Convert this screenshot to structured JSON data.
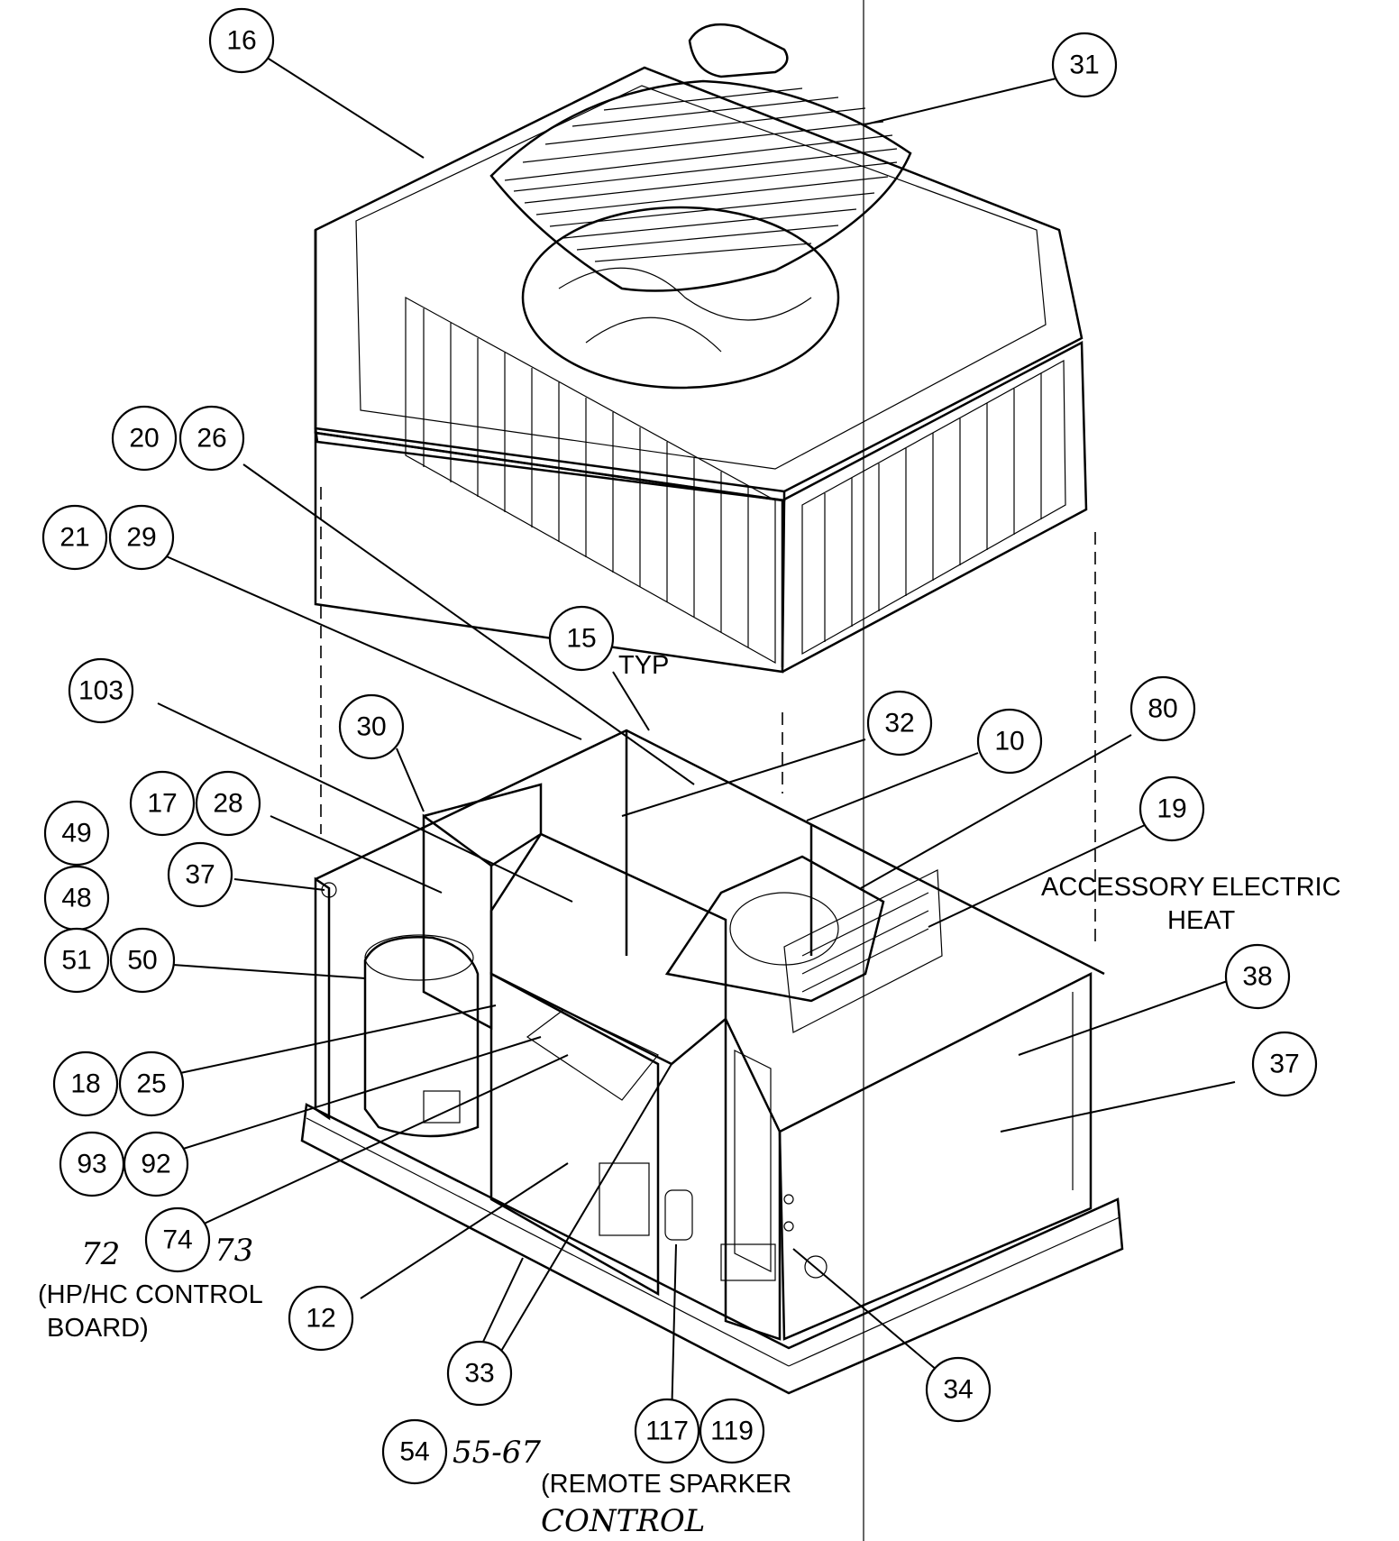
{
  "callouts": [
    {
      "id": "c16",
      "label": "16"
    },
    {
      "id": "c31",
      "label": "31"
    },
    {
      "id": "c20",
      "label": "20"
    },
    {
      "id": "c26",
      "label": "26"
    },
    {
      "id": "c21",
      "label": "21"
    },
    {
      "id": "c29",
      "label": "29"
    },
    {
      "id": "c15",
      "label": "15"
    },
    {
      "id": "c103",
      "label": "103"
    },
    {
      "id": "c30",
      "label": "30"
    },
    {
      "id": "c32",
      "label": "32"
    },
    {
      "id": "c10",
      "label": "10"
    },
    {
      "id": "c80",
      "label": "80"
    },
    {
      "id": "c17",
      "label": "17"
    },
    {
      "id": "c28",
      "label": "28"
    },
    {
      "id": "c49",
      "label": "49"
    },
    {
      "id": "c19",
      "label": "19"
    },
    {
      "id": "c37a",
      "label": "37"
    },
    {
      "id": "c48",
      "label": "48"
    },
    {
      "id": "c51",
      "label": "51"
    },
    {
      "id": "c50",
      "label": "50"
    },
    {
      "id": "c38",
      "label": "38"
    },
    {
      "id": "c37b",
      "label": "37"
    },
    {
      "id": "c18",
      "label": "18"
    },
    {
      "id": "c25",
      "label": "25"
    },
    {
      "id": "c93",
      "label": "93"
    },
    {
      "id": "c92",
      "label": "92"
    },
    {
      "id": "c74",
      "label": "74"
    },
    {
      "id": "c12",
      "label": "12"
    },
    {
      "id": "c33",
      "label": "33"
    },
    {
      "id": "c34",
      "label": "34"
    },
    {
      "id": "c54",
      "label": "54"
    },
    {
      "id": "c117",
      "label": "117"
    },
    {
      "id": "c119",
      "label": "119"
    }
  ],
  "labels": {
    "typ": "TYP",
    "accessory_line1": "ACCESSORY ELECTRIC",
    "accessory_line2": "HEAT",
    "hp_hc_line1": "(HP/HC CONTROL",
    "hp_hc_line2": "BOARD)",
    "remote_line1": "(REMOTE SPARKER",
    "remote_line2": "CONTROL"
  },
  "handwritten": {
    "n72": "72",
    "n73": "73",
    "n55_67": "55-67"
  }
}
